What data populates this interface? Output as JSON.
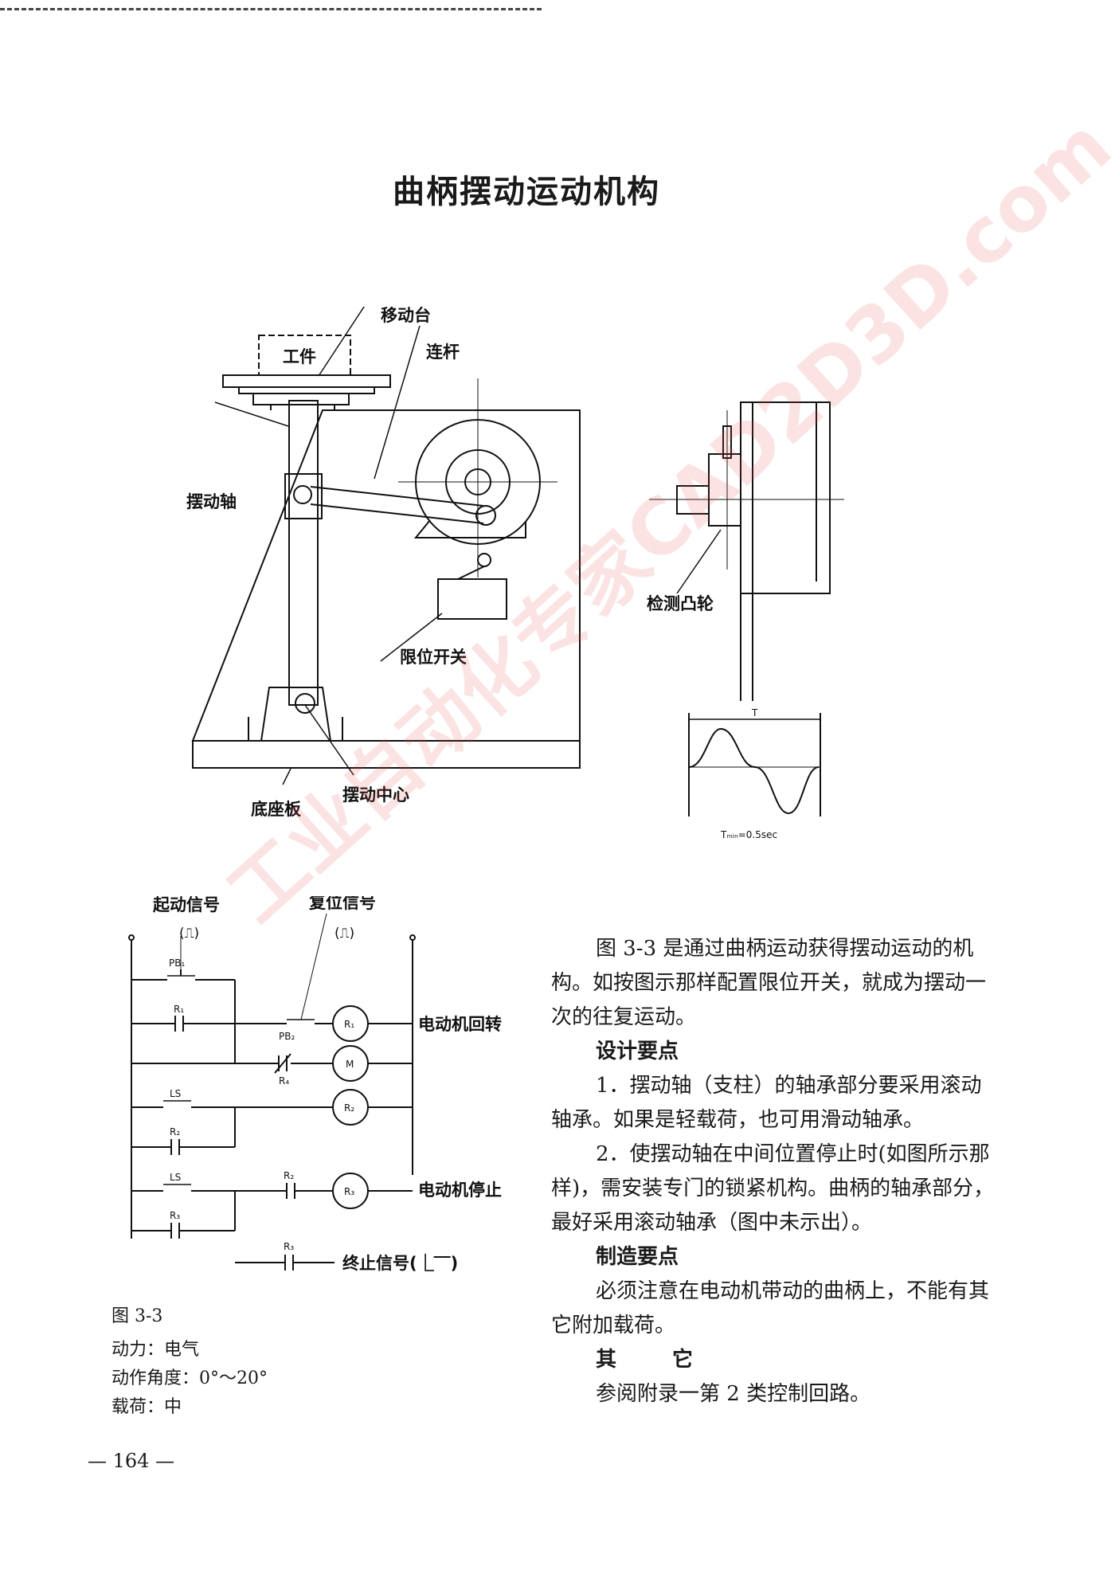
{
  "title": "曲柄摆动运动机构",
  "mech_labels": {
    "table": "移动台",
    "workpiece": "工件",
    "link": "连杆",
    "swing_shaft": "摆动轴",
    "limit_switch": "限位开关",
    "base_plate": "底座板",
    "swing_center": "摆动中心",
    "cam": "检测凸轮",
    "timing": "Tₘᵢₙ=0.5sec",
    "period": "T"
  },
  "circuit": {
    "start_signal": "起动信号",
    "reset_signal": "复位信号",
    "start_pulse": "(⎍)",
    "reset_pulse": "(⎍)",
    "motor_run": "电动机回转",
    "motor_stop": "电动机停止",
    "end_signal": "终止信号(⎿‾‾)",
    "pb1": "PB₁",
    "r1": "R₁",
    "pb2": "PB₂",
    "r1b": "R₁",
    "r4": "R₄",
    "m": "M",
    "ls1": "LS",
    "r2": "R₂",
    "r2c": "R₂",
    "ls2": "LS",
    "r2d": "R₂",
    "r3": "R₃",
    "r3b": "R₃",
    "r3c": "R₃"
  },
  "text": {
    "intro": "图 3-3 是通过曲柄运动获得摆动运动的机构。如按图示那样配置限位开关，就成为摆动一次的往复运动。",
    "design_head": "设计要点",
    "design_1": "1．摆动轴（支柱）的轴承部分要采用滚动轴承。如果是轻载荷，也可用滑动轴承。",
    "design_2": "2．使摆动轴在中间位置停止时(如图所示那样)，需安装专门的锁紧机构。曲柄的轴承部分，最好采用滚动轴承（图中未示出）。",
    "mfg_head": "制造要点",
    "mfg_1": "必须注意在电动机带动的曲柄上，不能有其它附加载荷。",
    "other_head": "其　它",
    "other_1": "参阅附录一第 2 类控制回路。"
  },
  "caption": {
    "fig": "图 3-3",
    "power": "动力：电气",
    "angle": "动作角度：0°～20°",
    "load": "载荷：中"
  },
  "page_number": "— 164 —",
  "watermark": "工业自动化专家CAD2D3D.com"
}
